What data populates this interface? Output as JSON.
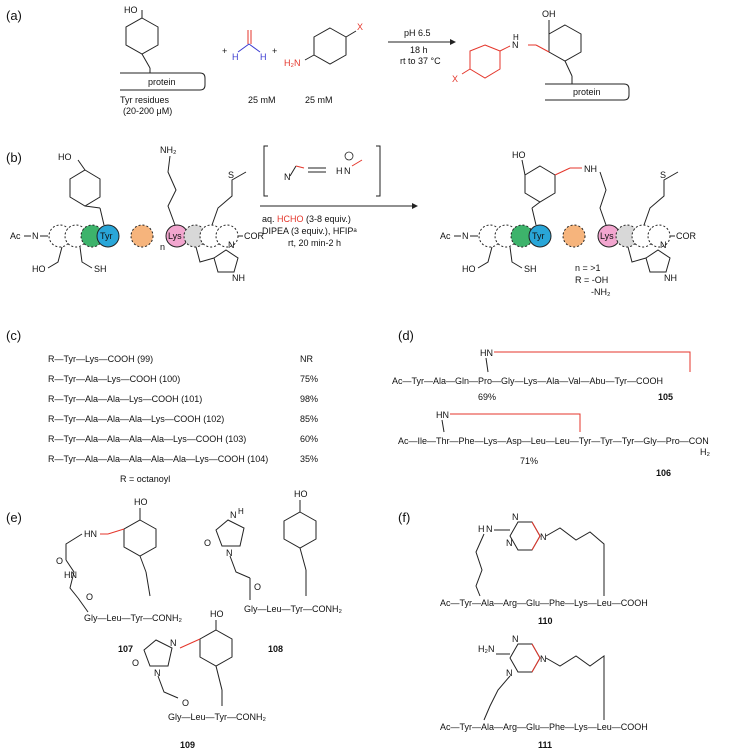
{
  "panels": {
    "a": "(a)",
    "b": "(b)",
    "c": "(c)",
    "d": "(d)",
    "e": "(e)",
    "f": "(f)"
  },
  "a": {
    "protein_left": "protein",
    "protein_right": "protein",
    "tyr_label": "Tyr residues",
    "tyr_conc": "(20-200 μM)",
    "conc1": "25 mM",
    "conc2": "25 mM",
    "plus": "+",
    "cond1": "pH 6.5",
    "cond2": "18 h",
    "cond3": "rt to 37 °C",
    "HO": "HO",
    "OH": "OH",
    "H": "H",
    "H2N": "H₂N",
    "X": "X",
    "NH": "N",
    "Hsmall": "H"
  },
  "b": {
    "cond1": "aq. ",
    "hcho": "HCHO",
    "cond1b": " (3-8 equiv.)",
    "cond2": "DIPEA (3 equiv.), HFIPᵃ",
    "cond3": "rt, 20 min-2 h",
    "n_label": "n = >1",
    "r1": "R = -OH",
    "r2": "-NH₂",
    "ac": "Ac",
    "cor": "COR",
    "tyr": "Tyr",
    "lys": "Lys",
    "n": "n",
    "nh2": "NH₂",
    "s": "S",
    "ho": "HO",
    "sh": "SH",
    "oh": "HO",
    "nh": "NH",
    "N": "N",
    "H": "H"
  },
  "c": {
    "rows": [
      {
        "seq": "R—Tyr—Lys—COOH (99)",
        "yield": "NR"
      },
      {
        "seq": "R—Tyr—Ala—Lys—COOH (100)",
        "yield": "75%"
      },
      {
        "seq": "R—Tyr—Ala—Ala—Lys—COOH (101)",
        "yield": "98%"
      },
      {
        "seq": "R—Tyr—Ala—Ala—Ala—Lys—COOH (102)",
        "yield": "85%"
      },
      {
        "seq": "R—Tyr—Ala—Ala—Ala—Ala—Lys—COOH (103)",
        "yield": "60%"
      },
      {
        "seq": "R—Tyr—Ala—Ala—Ala—Ala—Ala—Lys—COOH (104)",
        "yield": "35%"
      }
    ],
    "r_def": "R = octanoyl"
  },
  "d": {
    "seq1": "Ac—Tyr—Ala—Gln—Pro—Gly—Lys—Ala—Val—Abu—Tyr—COOH",
    "yield1": "69%",
    "id1": "105",
    "seq2": "Ac—Ile—Thr—Phe—Lys—Asp—Leu—Leu—Tyr—Tyr—Tyr—Gly—Pro—CON",
    "seq2b": "H₂",
    "yield2": "71%",
    "id2": "106",
    "hn": "HN"
  },
  "e": {
    "id107": "107",
    "id108": "108",
    "id109": "109",
    "seq": "Gly—Leu—Tyr—CONH₂",
    "HO": "HO",
    "HN": "HN",
    "N": "N",
    "H": "H",
    "O": "O"
  },
  "f": {
    "seq110": "Ac—Tyr—Ala—Arg—Glu—Phe—Lys—Leu—COOH",
    "seq111": "Ac—Tyr—Ala—Arg—Glu—Phe—Lys—Leu—COOH",
    "id110": "110",
    "id111": "111",
    "H": "H",
    "N": "N",
    "H2N": "H₂N"
  }
}
